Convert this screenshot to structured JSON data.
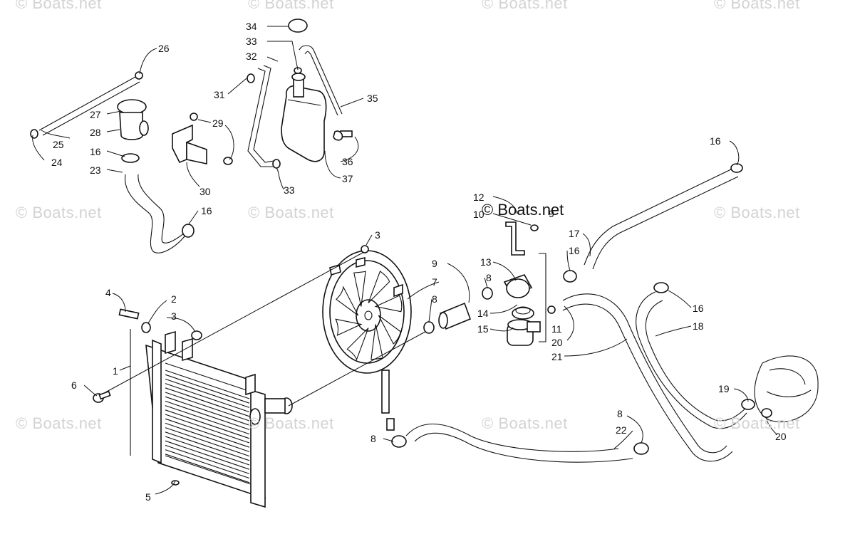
{
  "watermark_text": "© Boats.net",
  "callouts": [
    {
      "id": "c34",
      "label": "34"
    },
    {
      "id": "c33a",
      "label": "33"
    },
    {
      "id": "c32",
      "label": "32"
    },
    {
      "id": "c31",
      "label": "31"
    },
    {
      "id": "c35",
      "label": "35"
    },
    {
      "id": "c36",
      "label": "36"
    },
    {
      "id": "c37",
      "label": "37"
    },
    {
      "id": "c33b",
      "label": "33"
    },
    {
      "id": "c26",
      "label": "26"
    },
    {
      "id": "c27",
      "label": "27"
    },
    {
      "id": "c28",
      "label": "28"
    },
    {
      "id": "c25",
      "label": "25"
    },
    {
      "id": "c24",
      "label": "24"
    },
    {
      "id": "c16a",
      "label": "16"
    },
    {
      "id": "c23",
      "label": "23"
    },
    {
      "id": "c29",
      "label": "29"
    },
    {
      "id": "c30",
      "label": "30"
    },
    {
      "id": "c16b",
      "label": "16"
    },
    {
      "id": "c16c",
      "label": "16"
    },
    {
      "id": "c12",
      "label": "12"
    },
    {
      "id": "c10",
      "label": "10"
    },
    {
      "id": "c9b",
      "label": "9"
    },
    {
      "id": "c17",
      "label": "17"
    },
    {
      "id": "c16d",
      "label": "16"
    },
    {
      "id": "c3a",
      "label": "3"
    },
    {
      "id": "c9",
      "label": "9"
    },
    {
      "id": "c7",
      "label": "7"
    },
    {
      "id": "c8a",
      "label": "8"
    },
    {
      "id": "c8b",
      "label": "8"
    },
    {
      "id": "c13",
      "label": "13"
    },
    {
      "id": "c14",
      "label": "14"
    },
    {
      "id": "c15",
      "label": "15"
    },
    {
      "id": "c11",
      "label": "11"
    },
    {
      "id": "c20a",
      "label": "20"
    },
    {
      "id": "c21",
      "label": "21"
    },
    {
      "id": "c16e",
      "label": "16"
    },
    {
      "id": "c18",
      "label": "18"
    },
    {
      "id": "c4",
      "label": "4"
    },
    {
      "id": "c2",
      "label": "2"
    },
    {
      "id": "c3b",
      "label": "3"
    },
    {
      "id": "c1",
      "label": "1"
    },
    {
      "id": "c6",
      "label": "6"
    },
    {
      "id": "c5",
      "label": "5"
    },
    {
      "id": "c8c",
      "label": "8"
    },
    {
      "id": "c8d",
      "label": "8"
    },
    {
      "id": "c22",
      "label": "22"
    },
    {
      "id": "c19",
      "label": "19"
    },
    {
      "id": "c20b",
      "label": "20"
    }
  ]
}
